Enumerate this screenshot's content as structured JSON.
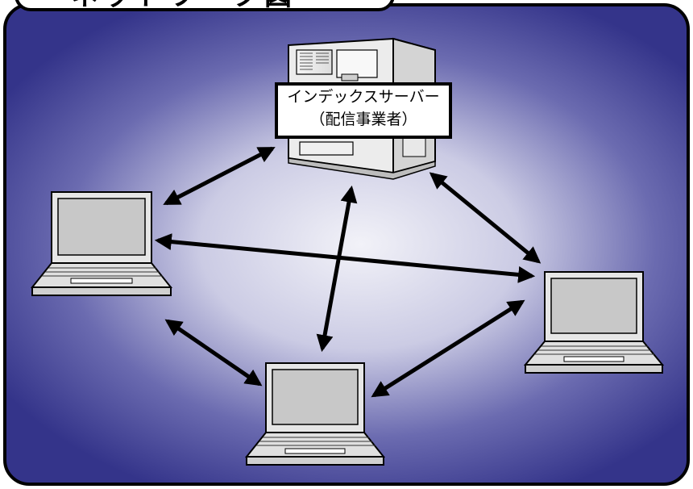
{
  "title": "ネットワーク図",
  "server": {
    "name": "インデックスサーバー",
    "role": "（配信事業者）",
    "icon": "server-tower-icon"
  },
  "clients": [
    {
      "id": "client-left",
      "icon": "laptop-icon"
    },
    {
      "id": "client-right",
      "icon": "laptop-icon"
    },
    {
      "id": "client-bottom",
      "icon": "laptop-icon"
    }
  ],
  "connections": [
    {
      "from": "server",
      "to": "client-left",
      "arrowheads": "both"
    },
    {
      "from": "server",
      "to": "client-right",
      "arrowheads": "both"
    },
    {
      "from": "server",
      "to": "client-bottom",
      "arrowheads": "both"
    },
    {
      "from": "client-left",
      "to": "client-right",
      "arrowheads": "both"
    },
    {
      "from": "client-left",
      "to": "client-bottom",
      "arrowheads": "both"
    },
    {
      "from": "client-bottom",
      "to": "client-right",
      "arrowheads": "both"
    }
  ],
  "colors": {
    "panel_outer": "#34348a",
    "panel_center": "#f2f2f8",
    "screen": "#c8c8c8",
    "laptop_body": "#e6e6e6",
    "outline": "#000000"
  }
}
